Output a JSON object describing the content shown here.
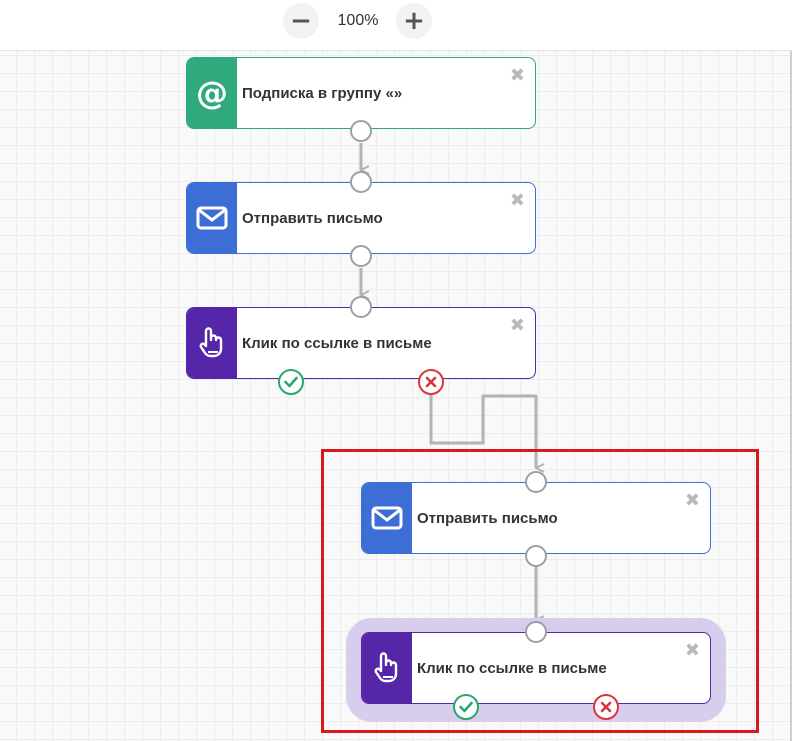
{
  "toolbar": {
    "zoom_out_label": "−",
    "zoom_level": "100%",
    "zoom_in_label": "+"
  },
  "nodes": [
    {
      "label": "Подписка в группу «»",
      "icon": "at-icon",
      "color": "#2eaa7c"
    },
    {
      "label": "Отправить письмо",
      "icon": "envelope-icon",
      "color": "#3c6ed6"
    },
    {
      "label": "Клик по ссылке в письме",
      "icon": "hand-pointer-icon",
      "color": "#5527a8"
    },
    {
      "label": "Отправить письмо",
      "icon": "envelope-icon",
      "color": "#3c6ed6"
    },
    {
      "label": "Клик по ссылке в письме",
      "icon": "hand-pointer-icon",
      "color": "#5527a8"
    }
  ],
  "colors": {
    "success": "#2ea56e",
    "failure": "#d9353c",
    "highlight": "#d7191f",
    "selection": "#d8cdec",
    "wire": "#b0b4b8"
  }
}
